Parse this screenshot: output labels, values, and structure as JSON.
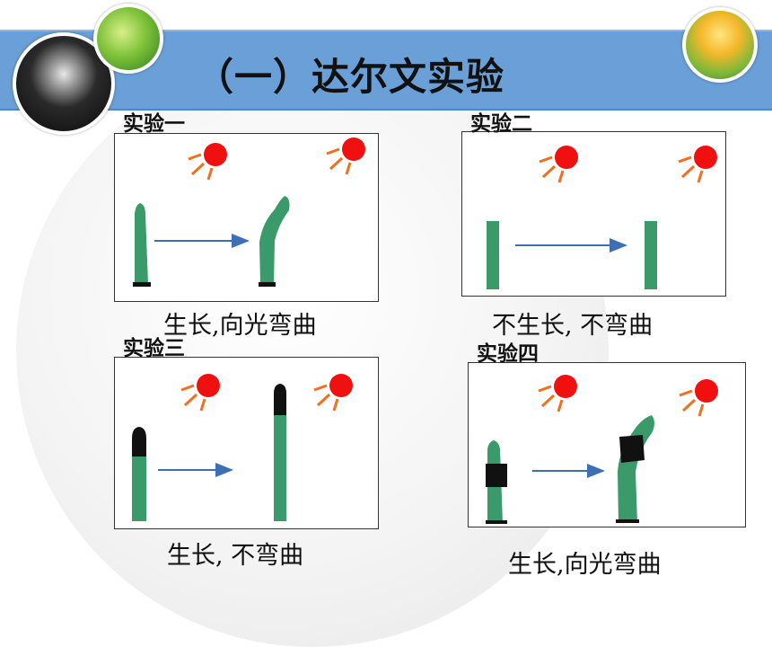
{
  "title": "（一）达尔文实验",
  "experiments": [
    {
      "label": "实验一",
      "caption": "生长,向光弯曲"
    },
    {
      "label": "实验二",
      "caption": "不生长, 不弯曲"
    },
    {
      "label": "实验三",
      "caption": "生长, 不弯曲"
    },
    {
      "label": "实验四",
      "caption": "生长,向光弯曲"
    }
  ],
  "colors": {
    "banner": "#6a9fd8",
    "plant": "#3a9a6a",
    "sun": "#f01010",
    "rays": "#f07020",
    "arrow": "#3d6fb5",
    "cap": "#111111"
  },
  "icons": [
    "dandelion-photo",
    "leaf-photo",
    "tulip-photo",
    "sun-icon"
  ]
}
